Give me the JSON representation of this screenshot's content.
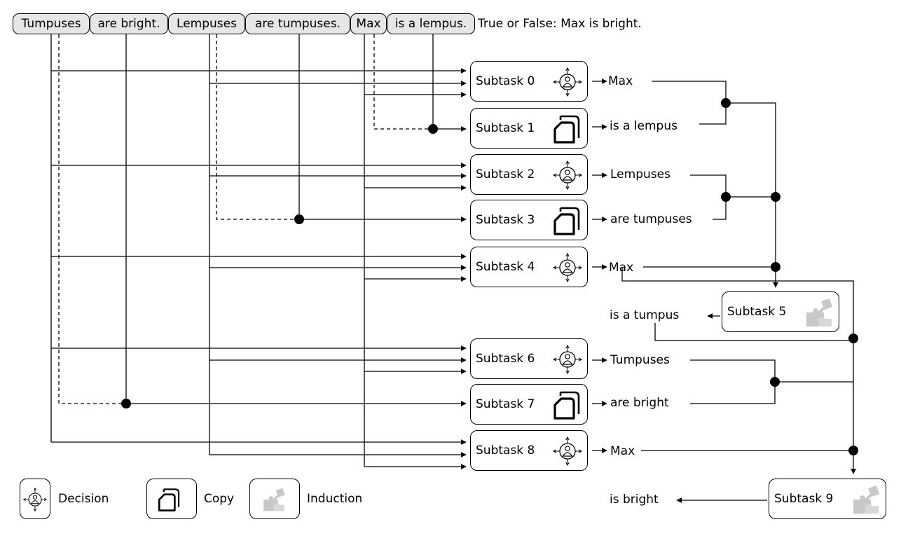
{
  "tokens": [
    "Tumpuses",
    "are bright.",
    "Lempuses",
    "are tumpuses.",
    "Max",
    "is a lempus."
  ],
  "question": "True or False: Max is bright.",
  "subtasks": [
    {
      "label": "Subtask 0",
      "type": "decision",
      "output": "Max"
    },
    {
      "label": "Subtask 1",
      "type": "copy",
      "output": "is a lempus"
    },
    {
      "label": "Subtask 2",
      "type": "decision",
      "output": "Lempuses"
    },
    {
      "label": "Subtask 3",
      "type": "copy",
      "output": "are tumpuses"
    },
    {
      "label": "Subtask 4",
      "type": "decision",
      "output": "Max"
    },
    {
      "label": "Subtask 5",
      "type": "induction",
      "output": "is a tumpus"
    },
    {
      "label": "Subtask 6",
      "type": "decision",
      "output": "Tumpuses"
    },
    {
      "label": "Subtask 7",
      "type": "copy",
      "output": "are bright"
    },
    {
      "label": "Subtask 8",
      "type": "decision",
      "output": "Max"
    },
    {
      "label": "Subtask 9",
      "type": "induction",
      "output": "is bright"
    }
  ],
  "legend": [
    {
      "type": "decision",
      "label": "Decision"
    },
    {
      "type": "copy",
      "label": "Copy"
    },
    {
      "type": "induction",
      "label": "Induction"
    }
  ],
  "colors": {
    "token_fill": "#e6e6e6",
    "line": "#000000",
    "induction_icon": "#c8c8c8"
  }
}
